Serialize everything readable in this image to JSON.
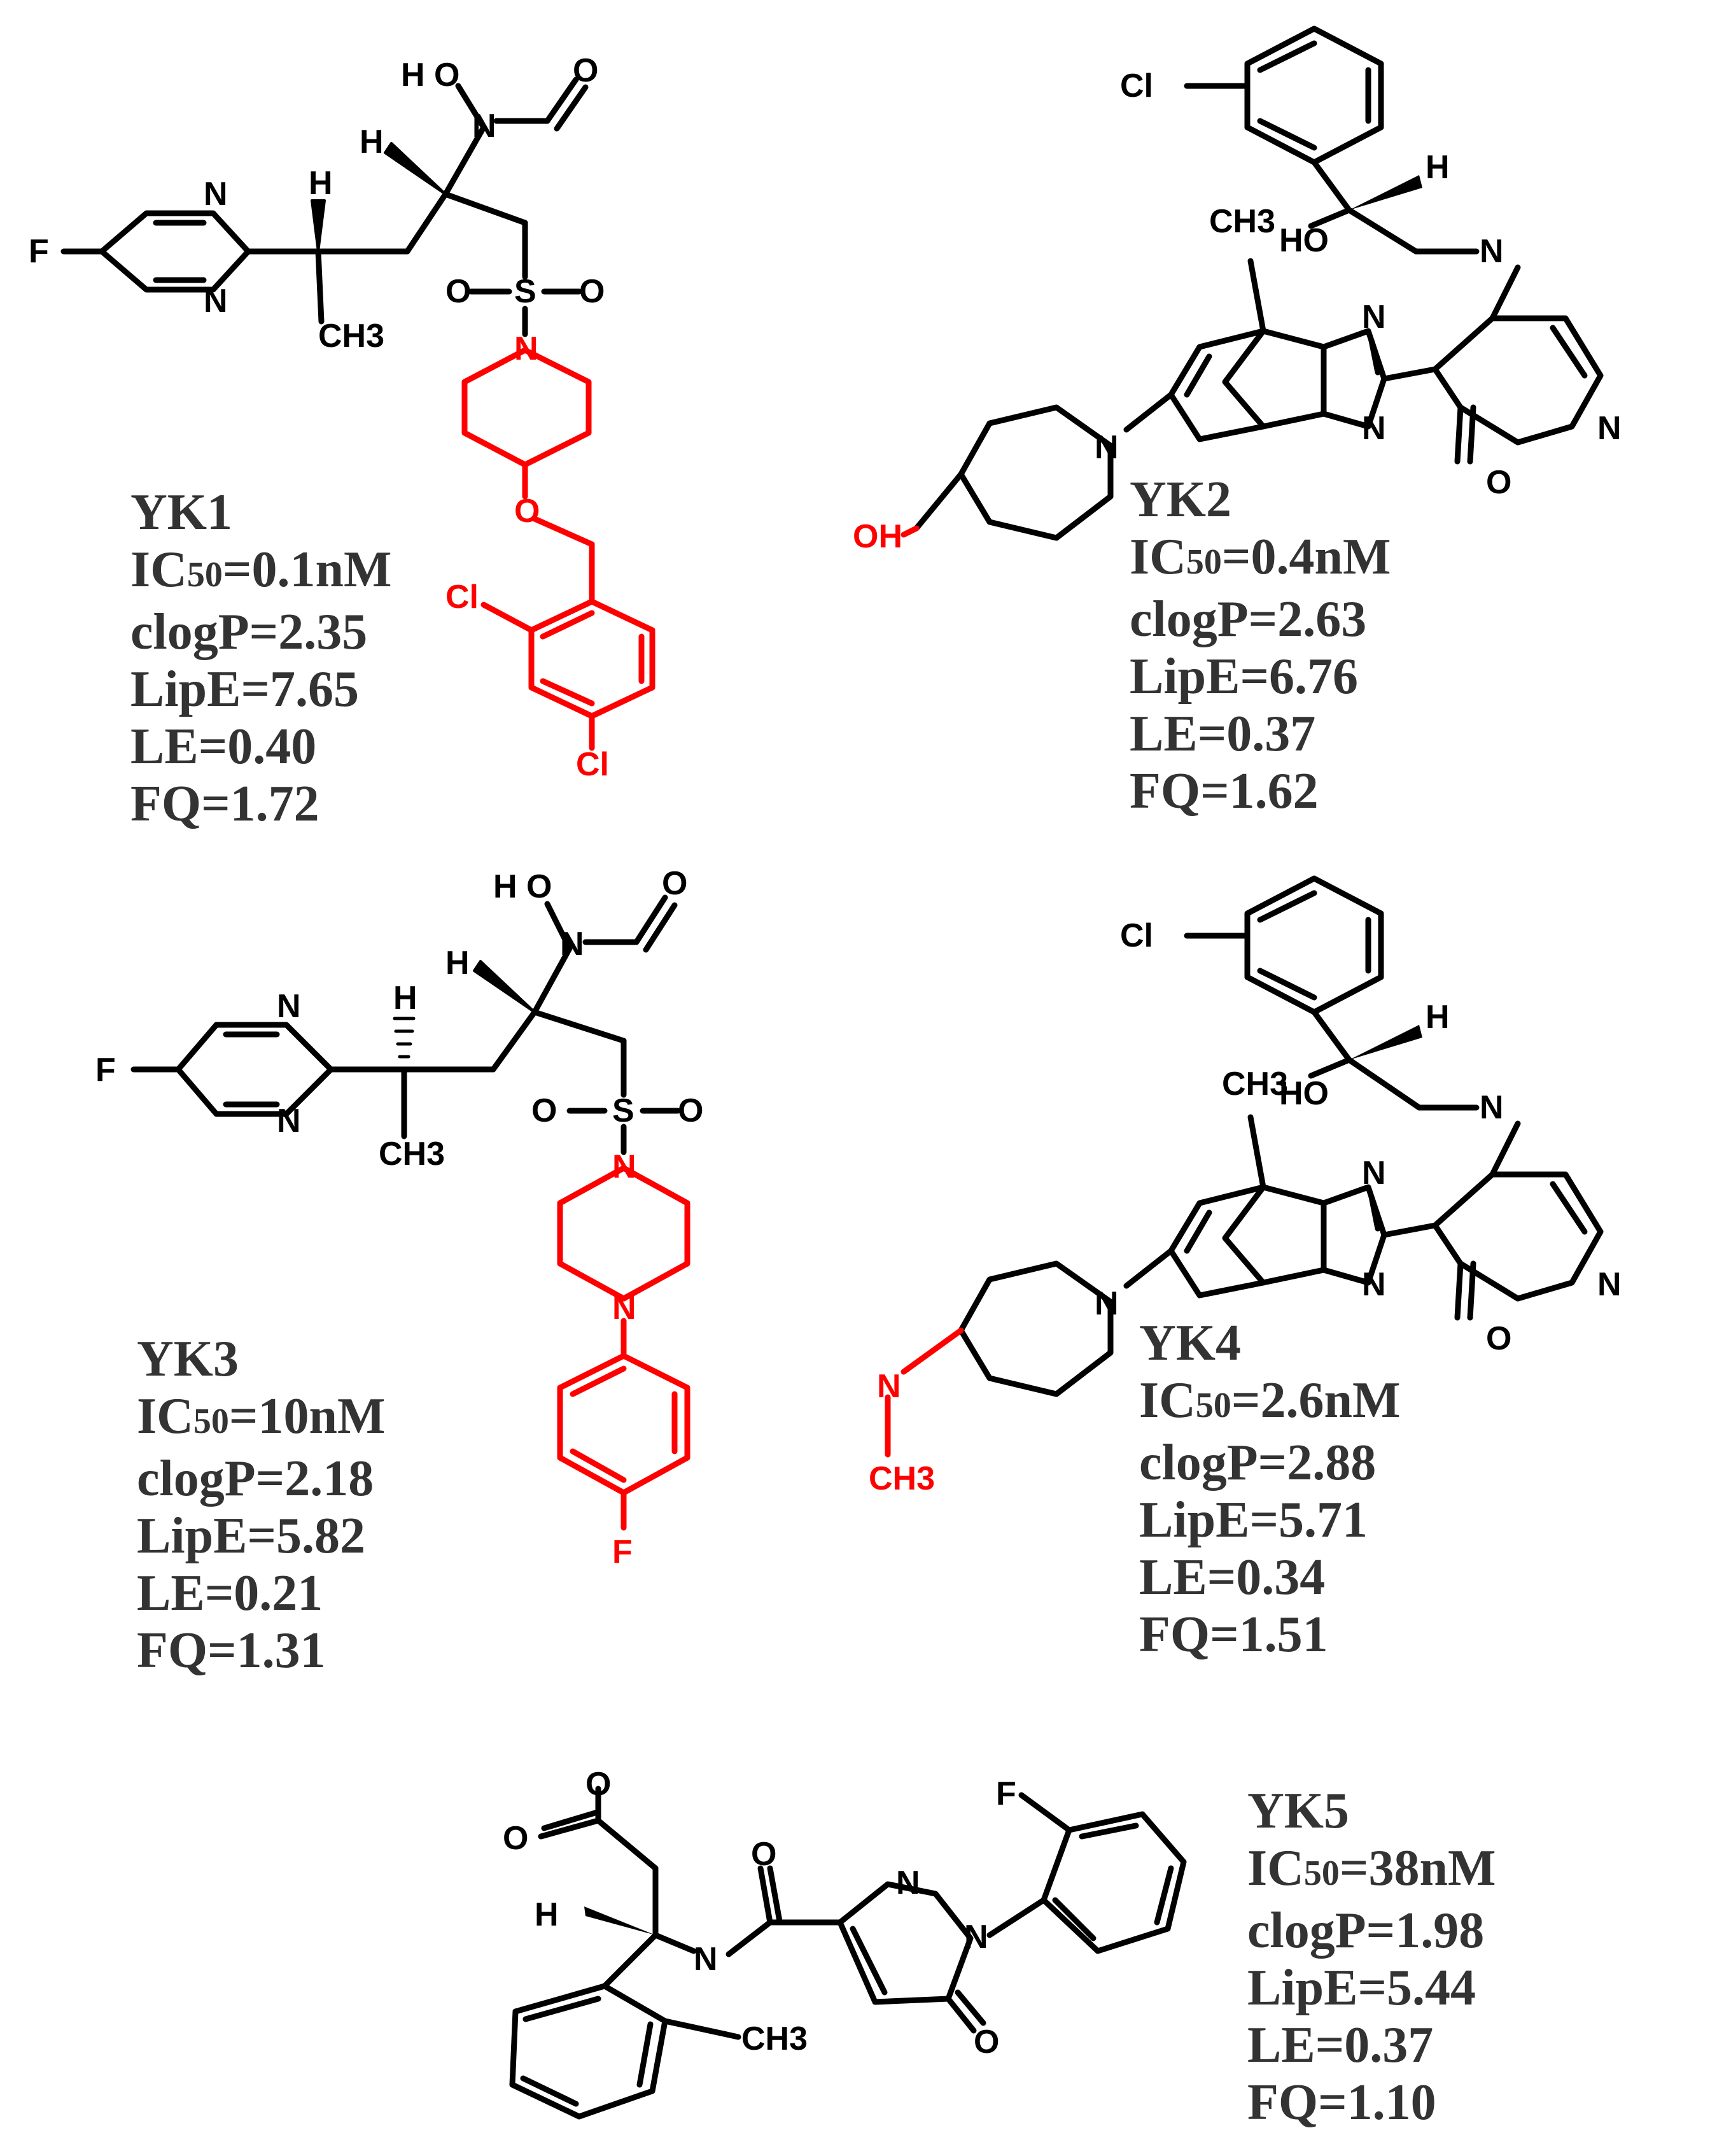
{
  "compounds": [
    {
      "name": "YK1",
      "ic50_label": "IC",
      "ic50_sub": "50",
      "ic50_value": "=0.1nM",
      "clogp": "clogP=2.35",
      "lipe": "LipE=7.65",
      "le": "LE=0.40",
      "fq": "FQ=1.72"
    },
    {
      "name": "YK2",
      "ic50_label": "IC",
      "ic50_sub": "50",
      "ic50_value": "=0.4nM",
      "clogp": "clogP=2.63",
      "lipe": "LipE=6.76",
      "le": "LE=0.37",
      "fq": "FQ=1.62"
    },
    {
      "name": "YK3",
      "ic50_label": "IC",
      "ic50_sub": "50",
      "ic50_value": "=10nM",
      "clogp": "clogP=2.18",
      "lipe": "LipE=5.82",
      "le": "LE=0.21",
      "fq": "FQ=1.31"
    },
    {
      "name": "YK4",
      "ic50_label": "IC",
      "ic50_sub": "50",
      "ic50_value": "=2.6nM",
      "clogp": "clogP=2.88",
      "lipe": "LipE=5.71",
      "le": "LE=0.34",
      "fq": "FQ=1.51"
    },
    {
      "name": "YK5",
      "ic50_label": "IC",
      "ic50_sub": "50",
      "ic50_value": "=38nM",
      "clogp": "clogP=1.98",
      "lipe": "LipE=5.44",
      "le": "LE=0.37",
      "fq": "FQ=1.10"
    }
  ],
  "atoms": {
    "ho": "H O",
    "n": "N",
    "o": "O",
    "h": "H",
    "f": "F",
    "s": "S",
    "cl": "Cl",
    "ch3": "CH3",
    "oh": "OH",
    "hn": "HO",
    "o_gen": "O"
  },
  "colors": {
    "bond": "#000000",
    "highlight": "#ff0000",
    "text": "#333333"
  }
}
